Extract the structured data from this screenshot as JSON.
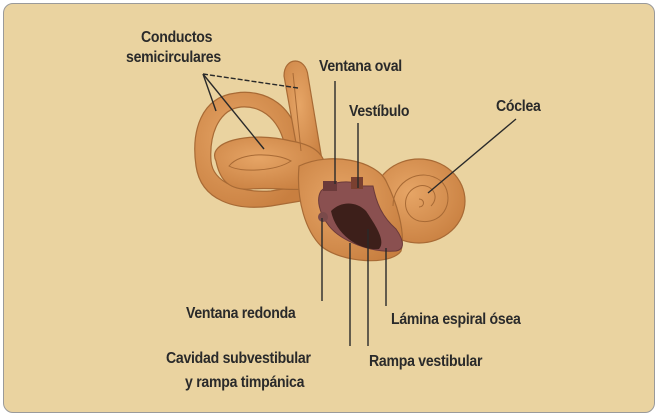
{
  "diagram": {
    "labels": {
      "semicircular_line1": "Conductos",
      "semicircular_line2": "semicirculares",
      "oval_window": "Ventana oval",
      "vestibule": "Vestíbulo",
      "cochlea": "Cóclea",
      "round_window": "Ventana redonda",
      "spiral_lamina": "Lámina espiral ósea",
      "subvestibular_line1": "Cavidad subvestibular",
      "subvestibular_line2": "y rampa timpánica",
      "scala_vestibuli": "Rampa vestibular"
    },
    "colors": {
      "background": "#ead3a0",
      "organ": "#d89050",
      "organ_edge": "#a86a35",
      "inner": "#6b3a3a",
      "line": "#2a2a2a"
    }
  }
}
